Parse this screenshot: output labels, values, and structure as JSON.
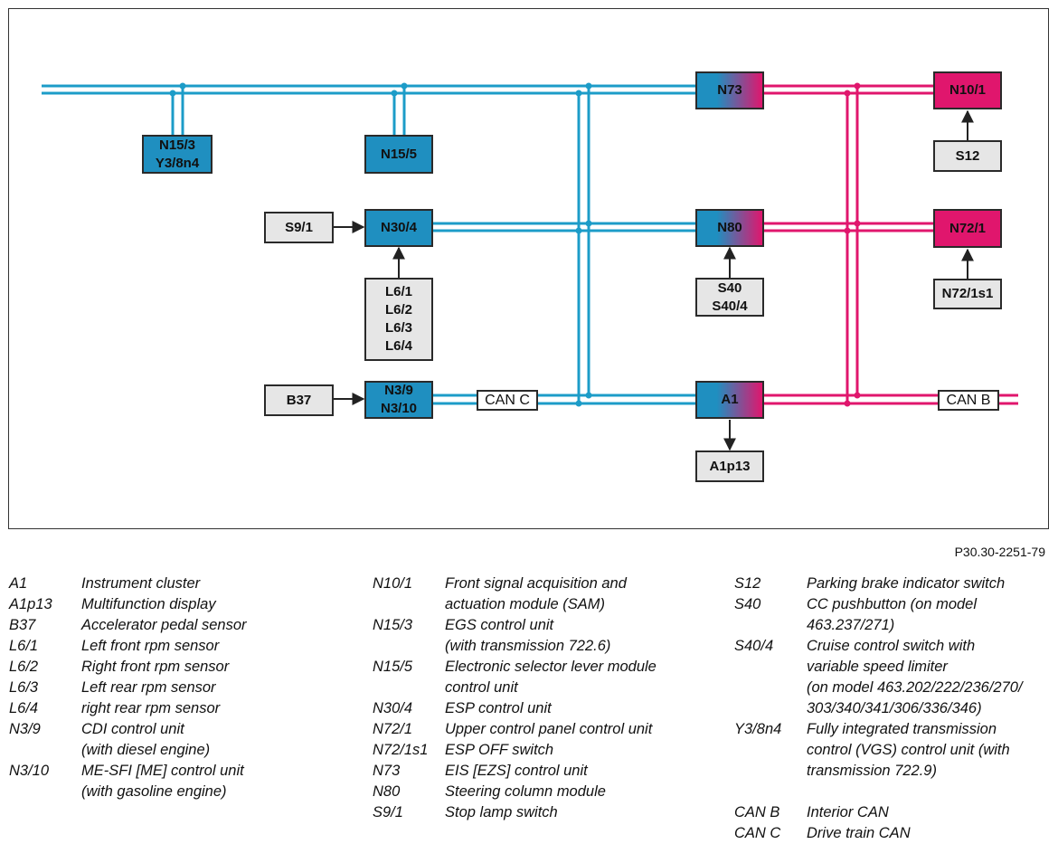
{
  "nodes": {
    "n15_3": "N15/3\nY3/8n4",
    "n15_5": "N15/5",
    "s9_1": "S9/1",
    "n30_4": "N30/4",
    "l6": "L6/1\nL6/2\nL6/3\nL6/4",
    "b37": "B37",
    "n3_9": "N3/9\nN3/10",
    "n73": "N73",
    "n80": "N80",
    "s40": "S40\nS40/4",
    "a1": "A1",
    "a1p13": "A1p13",
    "n10_1": "N10/1",
    "s12": "S12",
    "n72_1": "N72/1",
    "n72_1s1": "N72/1s1"
  },
  "bus_labels": {
    "can_c": "CAN C",
    "can_b": "CAN B"
  },
  "colors": {
    "can_c_bus": "#1c9cc8",
    "can_b_bus": "#e0166d",
    "ecu_blue": "#1f8fc0",
    "ecu_magenta": "#e0166d",
    "sensor_gray": "#e6e6e6"
  },
  "figure_ref": "P30.30-2251-79",
  "legend": {
    "col1": [
      {
        "code": "A1",
        "text": "Instrument cluster"
      },
      {
        "code": "A1p13",
        "text": "Multifunction display"
      },
      {
        "code": "B37",
        "text": "Accelerator pedal sensor"
      },
      {
        "code": "L6/1",
        "text": "Left front rpm sensor"
      },
      {
        "code": "L6/2",
        "text": "Right front rpm sensor"
      },
      {
        "code": "L6/3",
        "text": "Left rear rpm sensor"
      },
      {
        "code": "L6/4",
        "text": "right rear rpm sensor"
      },
      {
        "code": "N3/9",
        "text": "CDI control unit\n(with diesel engine)"
      },
      {
        "code": "N3/10",
        "text": "ME-SFI [ME] control unit\n(with gasoline engine)"
      }
    ],
    "col2": [
      {
        "code": "N10/1",
        "text": "Front signal acquisition and\nactuation module (SAM)"
      },
      {
        "code": "N15/3",
        "text": "EGS control unit\n(with transmission 722.6)"
      },
      {
        "code": "N15/5",
        "text": "Electronic selector lever module\ncontrol unit"
      },
      {
        "code": "N30/4",
        "text": "ESP control unit"
      },
      {
        "code": "N72/1",
        "text": "Upper control panel control unit"
      },
      {
        "code": "N72/1s1",
        "text": "ESP OFF switch"
      },
      {
        "code": "N73",
        "text": "EIS [EZS] control unit"
      },
      {
        "code": "N80",
        "text": "Steering column module"
      },
      {
        "code": "S9/1",
        "text": "Stop lamp switch"
      }
    ],
    "col3": [
      {
        "code": "S12",
        "text": "Parking brake indicator switch"
      },
      {
        "code": "S40",
        "text": "CC pushbutton (on model\n463.237/271)"
      },
      {
        "code": "S40/4",
        "text": "Cruise control switch with\nvariable speed limiter\n(on model 463.202/222/236/270/\n303/340/341/306/336/346)"
      },
      {
        "code": "Y3/8n4",
        "text": "Fully integrated transmission\ncontrol (VGS) control unit (with\ntransmission 722.9)"
      },
      {
        "code": "CAN B",
        "text": "Interior CAN"
      },
      {
        "code": "CAN C",
        "text": "Drive train CAN"
      }
    ]
  }
}
